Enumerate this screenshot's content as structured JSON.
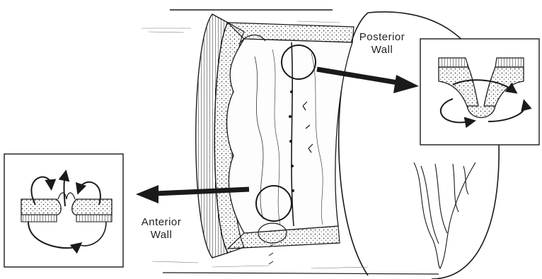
{
  "labels": {
    "posterior_line1": "Posterior",
    "posterior_line2": "Wall",
    "anterior_line1": "Anterior",
    "anterior_line2": "Wall"
  },
  "colors": {
    "ink": "#1a1a1a",
    "paper": "#ffffff",
    "stipple": "#555555"
  }
}
